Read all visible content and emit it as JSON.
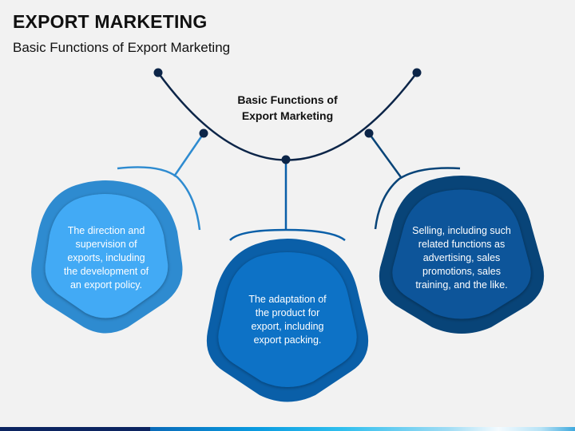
{
  "header": {
    "title": "EXPORT MARKETING",
    "subtitle": "Basic Functions of Export Marketing"
  },
  "diagram": {
    "center_label_line1": "Basic Functions of",
    "center_label_line2": "Export Marketing",
    "items": [
      {
        "text": "The direction and supervision of exports, including the development of an export policy.",
        "lines": [
          "The direction and",
          "supervision of",
          "exports, including",
          "the development of",
          "an export policy."
        ],
        "outer_color": "#2e8bd0",
        "inner_color": "#42aaf5"
      },
      {
        "text": "The adaptation of the product for export, including export packing.",
        "lines": [
          "The adaptation of",
          "the product for",
          "export, including",
          "export packing."
        ],
        "outer_color": "#0a5fa8",
        "inner_color": "#0b72c6"
      },
      {
        "text": "Selling, including such related functions as advertising, sales promotions, sales training, and the like.",
        "lines": [
          "Selling, including such",
          "related functions as",
          "advertising, sales",
          "promotions, sales",
          "training, and the like."
        ],
        "outer_color": "#084478",
        "inner_color": "#0a559a"
      }
    ],
    "arc_color": "#0c2548",
    "connector_colors": [
      "#2e8bd0",
      "#0a5fa8",
      "#084478"
    ]
  },
  "footer": {
    "dark_color": "#0c2461"
  }
}
